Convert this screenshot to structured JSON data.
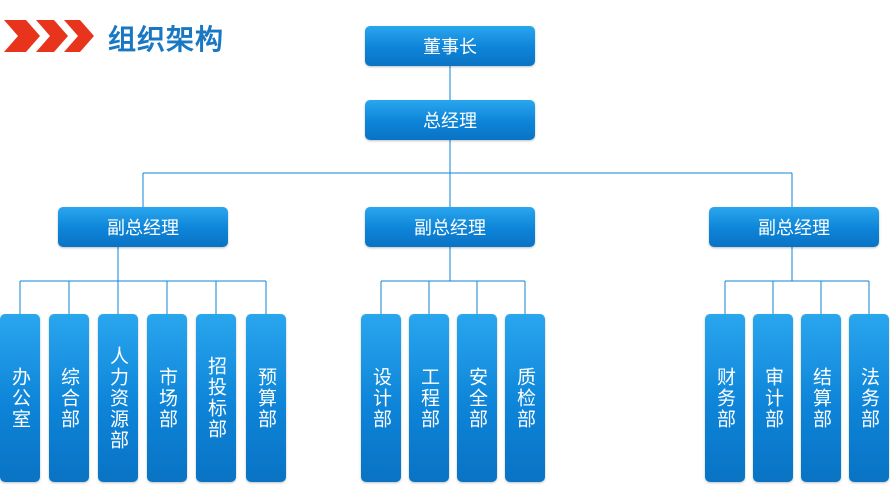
{
  "page": {
    "title": "组织架构"
  },
  "colors": {
    "box": "#0d84d8",
    "line": "#0d84d8",
    "title": "#1a78c2",
    "chevron": "#e8341c"
  },
  "chairman": "董事长",
  "gm": "总经理",
  "vps": [
    {
      "label": "副总经理",
      "departments": [
        "办公室",
        "综合部",
        "人力资源部",
        "市场部",
        "招投标部",
        "预算部"
      ]
    },
    {
      "label": "副总经理",
      "departments": [
        "设计部",
        "工程部",
        "安全部",
        "质检部"
      ]
    },
    {
      "label": "副总经理",
      "departments": [
        "财务部",
        "审计部",
        "结算部",
        "法务部"
      ]
    }
  ]
}
